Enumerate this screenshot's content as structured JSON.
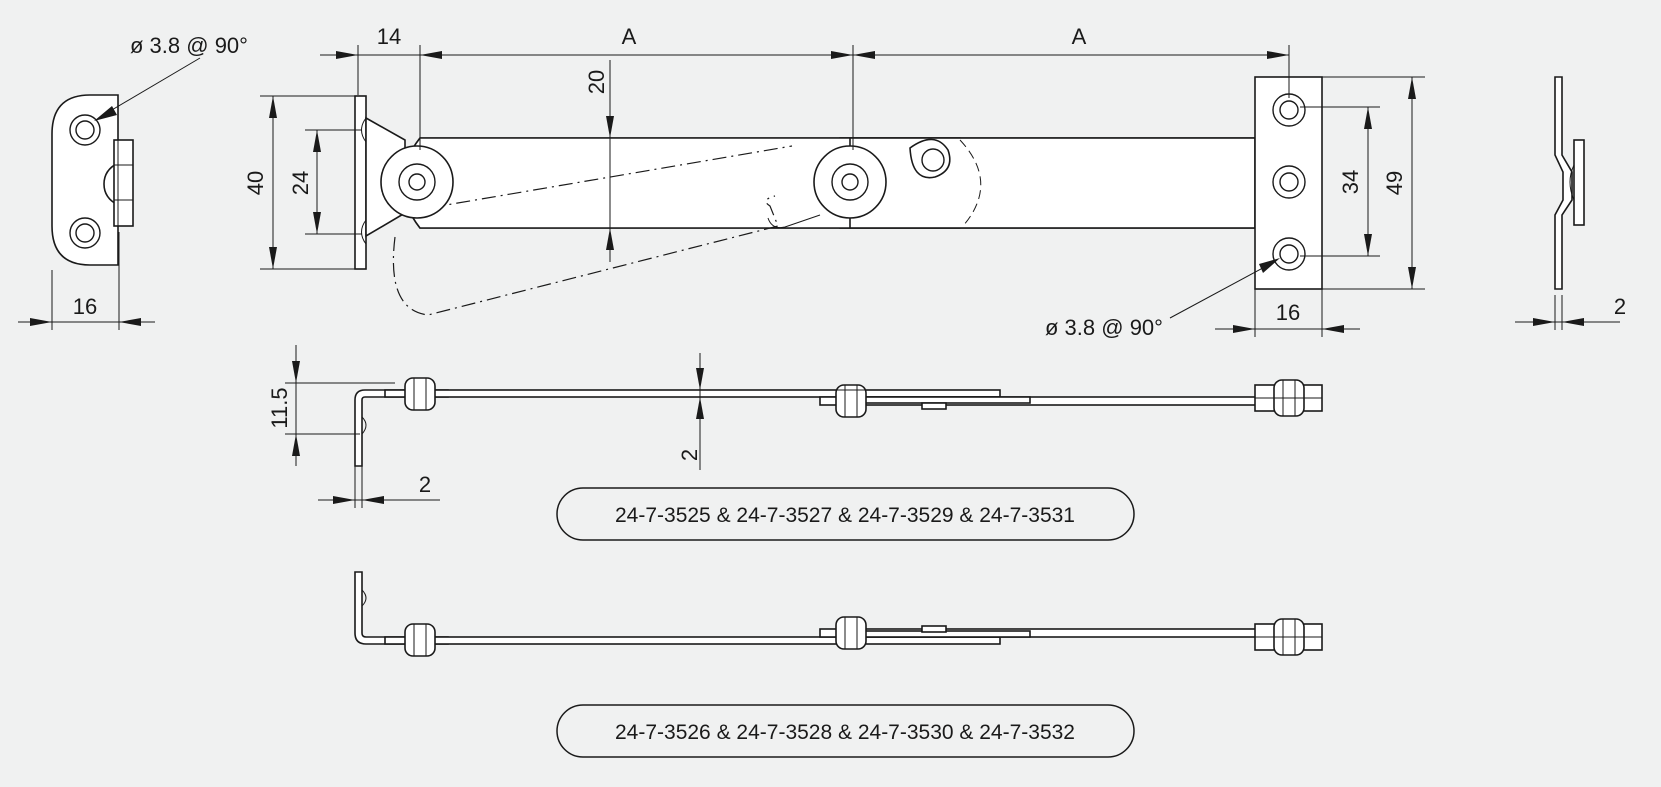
{
  "dimensions": {
    "hole_spec_left": "ø 3.8 @ 90°",
    "hole_spec_right": "ø 3.8 @ 90°",
    "dim_14": "14",
    "dim_A_left": "A",
    "dim_A_right": "A",
    "dim_20": "20",
    "dim_40": "40",
    "dim_24": "24",
    "dim_34": "34",
    "dim_49": "49",
    "dim_16_left": "16",
    "dim_16_right": "16",
    "dim_2_right_view": "2",
    "dim_11_5": "11.5",
    "dim_2_bar": "2",
    "dim_2_bracket": "2"
  },
  "variants": [
    {
      "label": "24-7-3525 & 24-7-3527 & 24-7-3529 & 24-7-3531"
    },
    {
      "label": "24-7-3526 & 24-7-3528 & 24-7-3530 & 24-7-3532"
    }
  ]
}
